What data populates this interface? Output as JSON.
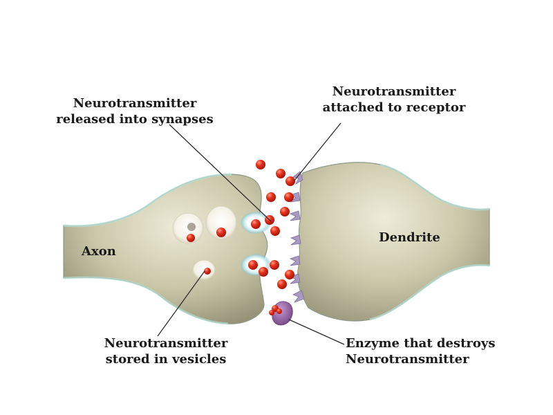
{
  "labels": {
    "released": [
      "Neurotransmitter",
      "released into synapses"
    ],
    "attached": [
      "Neurotransmitter",
      "attached to receptor"
    ],
    "axon": "Axon",
    "dendrite": "Dendrite",
    "stored": [
      "Neurotransmitter",
      "stored in vesicles"
    ],
    "enzyme": [
      "Enzyme that destroys",
      "Neurotransmitter"
    ]
  },
  "colors": {
    "neuron_body": "#c7c4a6",
    "neuron_highlight": "#e4e2cd",
    "neuron_shadow": "#8e8a70",
    "membrane_edge": "#a9d6cc",
    "receptor": "#a99ac2",
    "enzyme": "#8e63a0",
    "neurotransmitter": "#e0301e",
    "vesicle_halo": "#9fd3e0"
  }
}
